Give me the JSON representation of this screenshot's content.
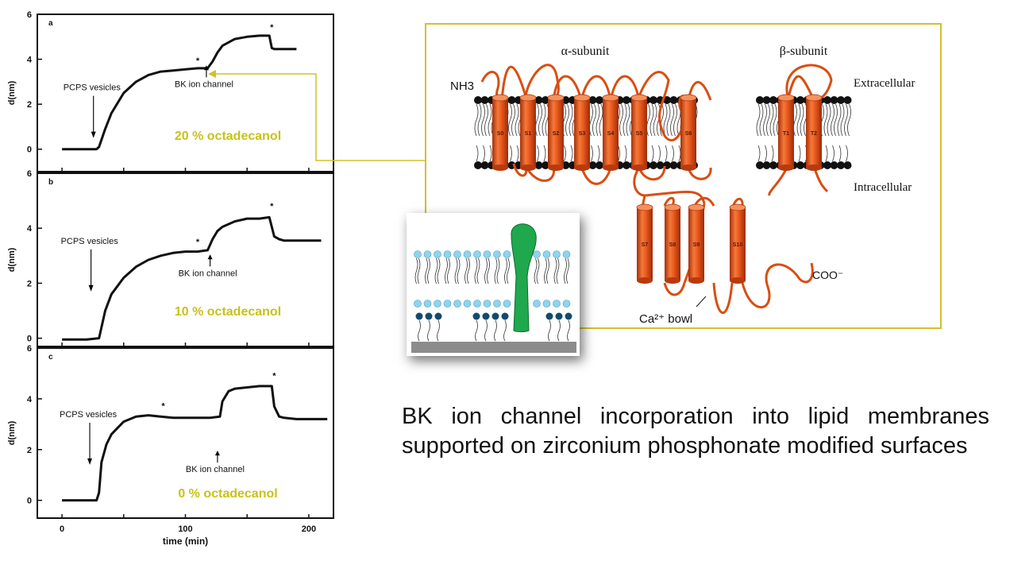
{
  "chart_data": [
    {
      "type": "line",
      "panel_letter": "a",
      "ylabel": "d(nm)",
      "xlim": [
        -20,
        220
      ],
      "ylim": [
        -1,
        6
      ],
      "yticks": [
        0,
        2,
        4,
        6
      ],
      "condition_label": "20 % octadecanol",
      "annotations": [
        {
          "text": "PCPS vesicles",
          "x": 30,
          "y": 0.5
        },
        {
          "text": "BK ion channel",
          "x": 117,
          "y": 3.55
        }
      ],
      "markers": [
        {
          "x": 110,
          "y": 3.8
        },
        {
          "x": 170,
          "y": 5.3
        }
      ],
      "series": [
        {
          "x": [
            0,
            10,
            20,
            28,
            30,
            35,
            40,
            50,
            60,
            70,
            80,
            90,
            100,
            110,
            118,
            122,
            126,
            130,
            140,
            150,
            160,
            168,
            170,
            172,
            180,
            190
          ],
          "values": [
            0,
            0,
            0,
            0,
            0.1,
            0.9,
            1.6,
            2.5,
            3.0,
            3.3,
            3.45,
            3.5,
            3.55,
            3.6,
            3.6,
            3.9,
            4.3,
            4.6,
            4.9,
            5.0,
            5.05,
            5.05,
            4.5,
            4.45,
            4.45,
            4.45
          ]
        }
      ]
    },
    {
      "type": "line",
      "panel_letter": "b",
      "ylabel": "d(nm)",
      "xlim": [
        -20,
        220
      ],
      "ylim": [
        -0.3,
        6
      ],
      "yticks": [
        0,
        2,
        4,
        6
      ],
      "condition_label": "10 % octadecanol",
      "annotations": [
        {
          "text": "PCPS vesicles",
          "x": 28,
          "y": 1.7
        },
        {
          "text": "BK ion channel",
          "x": 120,
          "y": 2.9
        }
      ],
      "markers": [
        {
          "x": 110,
          "y": 3.4
        },
        {
          "x": 170,
          "y": 4.7
        }
      ],
      "series": [
        {
          "x": [
            0,
            10,
            20,
            30,
            31,
            35,
            40,
            50,
            60,
            70,
            80,
            90,
            100,
            110,
            118,
            122,
            126,
            130,
            140,
            150,
            160,
            168,
            172,
            176,
            180,
            190,
            200,
            210
          ],
          "values": [
            -0.05,
            -0.05,
            -0.05,
            0,
            0.2,
            1.0,
            1.6,
            2.2,
            2.6,
            2.85,
            3.0,
            3.1,
            3.15,
            3.15,
            3.2,
            3.6,
            3.9,
            4.05,
            4.25,
            4.35,
            4.35,
            4.4,
            3.7,
            3.6,
            3.55,
            3.55,
            3.55,
            3.55
          ]
        }
      ]
    },
    {
      "type": "line",
      "panel_letter": "c",
      "ylabel": "d(nm)",
      "xlabel": "time (min)",
      "xlim": [
        -20,
        220
      ],
      "ylim": [
        -0.7,
        6
      ],
      "yticks": [
        0,
        2,
        4,
        6
      ],
      "xticks": [
        0,
        100,
        200
      ],
      "condition_label": "0 % octadecanol",
      "annotations": [
        {
          "text": "PCPS vesicles",
          "x": 27,
          "y": 1.4
        },
        {
          "text": "BK ion channel",
          "x": 126,
          "y": 1.8
        }
      ],
      "markers": [
        {
          "x": 82,
          "y": 3.6
        },
        {
          "x": 172,
          "y": 4.8
        }
      ],
      "series": [
        {
          "x": [
            0,
            10,
            20,
            28,
            30,
            32,
            36,
            40,
            50,
            60,
            70,
            80,
            90,
            100,
            110,
            120,
            128,
            130,
            135,
            140,
            150,
            160,
            170,
            172,
            176,
            180,
            190,
            200,
            215
          ],
          "values": [
            0,
            0,
            0,
            0,
            0.3,
            1.5,
            2.2,
            2.6,
            3.1,
            3.3,
            3.35,
            3.3,
            3.25,
            3.25,
            3.25,
            3.25,
            3.3,
            3.9,
            4.3,
            4.4,
            4.45,
            4.5,
            4.5,
            3.7,
            3.3,
            3.25,
            3.2,
            3.2,
            3.2
          ]
        }
      ]
    }
  ],
  "diagram": {
    "alpha_label": "α-subunit",
    "beta_label": "β-subunit",
    "nh3_label": "NH3",
    "extracellular_label": "Extracellular",
    "intracellular_label": "Intracellular",
    "coo_label": "COO⁻",
    "ca_bowl_label": "Ca²⁺ bowl",
    "alpha_segments": [
      "S0",
      "S1",
      "S2",
      "S3",
      "S4",
      "S5",
      "S6"
    ],
    "beta_segments": [
      "T1",
      "T2"
    ],
    "tail_segments": [
      "S7",
      "S8",
      "S9",
      "S10"
    ],
    "helix_color": "#e8561c",
    "loop_color": "#d94e12",
    "inset_protein_color": "#1fa84e"
  },
  "caption": "BK ion channel incorporation into lipid membranes supported on zirconium phosphonate modified surfaces",
  "accent_color": "#c8c21a"
}
